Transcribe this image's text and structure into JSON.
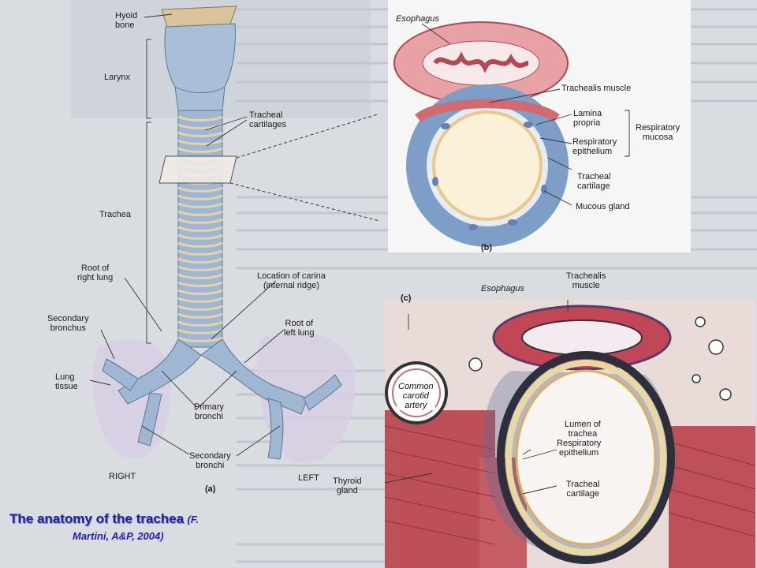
{
  "figure_a": {
    "panel_label": "(a)",
    "labels": {
      "hyoid_bone": "Hyoid\nbone",
      "larynx": "Larynx",
      "tracheal_cartilages": "Tracheal\ncartilages",
      "trachea": "Trachea",
      "root_right_lung": "Root of\nright lung",
      "carina": "Location of carina\n(internal ridge)",
      "secondary_bronchus": "Secondary\nbronchus",
      "root_left_lung": "Root of\nleft lung",
      "lung_tissue": "Lung\ntissue",
      "primary_bronchi": "Primary\nbronchi",
      "secondary_bronchi": "Secondary\nbronchi",
      "right": "RIGHT",
      "left": "LEFT"
    }
  },
  "figure_b": {
    "panel_label": "(b)",
    "labels": {
      "esophagus": "Esophagus",
      "trachealis_muscle": "Trachealis muscle",
      "lamina_propria": "Lamina\npropria",
      "respiratory_epithelium": "Respiratory\nepithelium",
      "respiratory_mucosa": "Respiratory\nmucosa",
      "tracheal_cartilage": "Tracheal\ncartilage",
      "mucous_gland": "Mucous gland"
    }
  },
  "figure_c": {
    "panel_label": "(c)",
    "labels": {
      "esophagus": "Esophagus",
      "trachealis_muscle": "Trachealis\nmuscle",
      "common_carotid_artery": "Common\ncarotid\nartery",
      "lumen_of_trachea": "Lumen of\ntrachea",
      "respiratory_epithelium": "Respiratory\nepithelium",
      "tracheal_cartilage": "Tracheal\ncartilage",
      "thyroid_gland": "Thyroid\ngland"
    }
  },
  "caption": {
    "title": "The anatomy of the trachea",
    "citation_start": "(F.",
    "citation_end": "Martini, A&P, 2004)"
  },
  "colors": {
    "caption_text": "#1c1fb0",
    "cartilage_blue": "#9fb7d3",
    "muscle_red": "#c0353f",
    "bone_tan": "#d8c39a"
  }
}
